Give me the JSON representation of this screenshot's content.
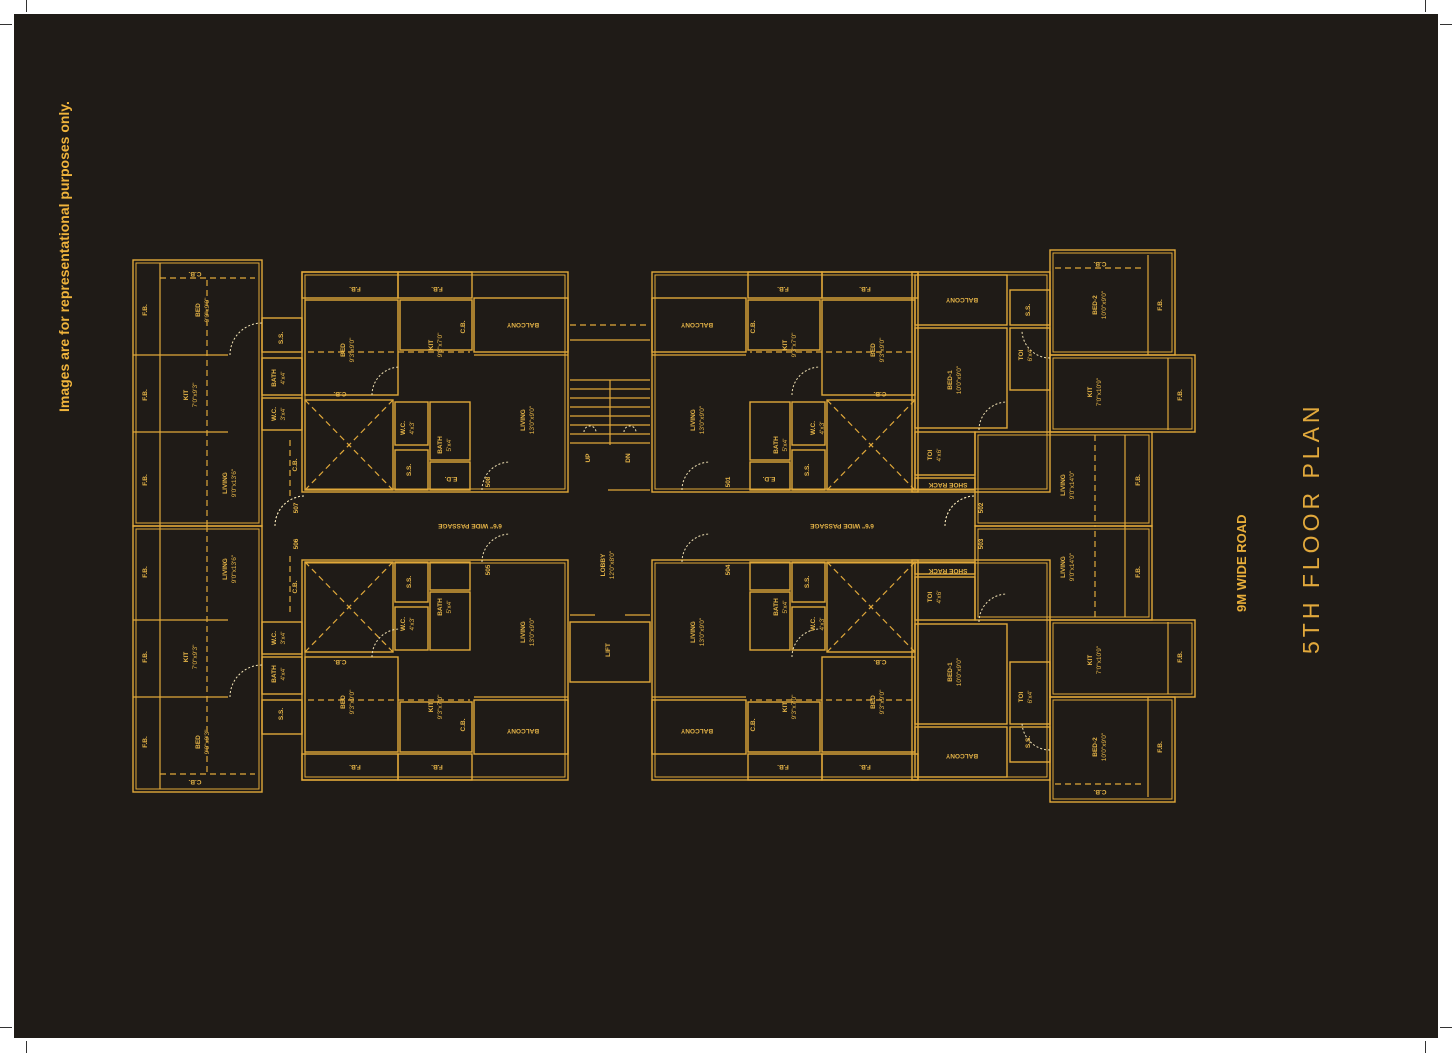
{
  "disclaimer": "Images are for representational purposes only.",
  "road_label": "9M WIDE ROAD",
  "title": "5TH FLOOR PLAN",
  "colors": {
    "background": "#1f1b17",
    "line": "#e0a83a",
    "text": "#e6b548"
  },
  "center": {
    "stair_up": "UP",
    "stair_down": "DN",
    "lobby": {
      "t": "LOBBY",
      "d": "12'0\"x8'0\""
    },
    "lift": "LIFT",
    "passage_left": "6'6\" WIDE PASSAGE",
    "passage_right": "6'6\" WIDE PASSAGE"
  },
  "units": {
    "u507": [
      {
        "t": "F.B."
      },
      {
        "t": "F.B."
      },
      {
        "t": "F.B."
      },
      {
        "t": "C.B."
      },
      {
        "t": "BED",
        "d": "9'0\"x9'0\""
      },
      {
        "t": "KIT",
        "d": "7'0\"x9'3\""
      },
      {
        "t": "LIVING",
        "d": "9'0\"x13'6\""
      },
      {
        "t": "S.S."
      },
      {
        "t": "BATH",
        "d": "4'x4'"
      },
      {
        "t": "W.C.",
        "d": "3'x4'"
      },
      {
        "t": "C.B."
      },
      {
        "t": "507"
      }
    ],
    "u506": [
      {
        "t": "F.B."
      },
      {
        "t": "F.B."
      },
      {
        "t": "F.B."
      },
      {
        "t": "C.B."
      },
      {
        "t": "BED",
        "d": "9'0\"x9'3\""
      },
      {
        "t": "KIT",
        "d": "7'0\"x9'3\""
      },
      {
        "t": "LIVING",
        "d": "9'0\"x13'6\""
      },
      {
        "t": "S.S."
      },
      {
        "t": "BATH",
        "d": "4'x4'"
      },
      {
        "t": "W.C.",
        "d": "3'x4'"
      },
      {
        "t": "C.B."
      },
      {
        "t": "506"
      }
    ],
    "u508": [
      {
        "t": "F.B."
      },
      {
        "t": "F.B."
      },
      {
        "t": "BED",
        "d": "9'3\"x9'0\""
      },
      {
        "t": "KIT",
        "d": "9'3\"x7'0\""
      },
      {
        "t": "C.B."
      },
      {
        "t": "C.B."
      },
      {
        "t": "BALCONY"
      },
      {
        "t": "LIVING",
        "d": "13'0\"x9'0\""
      },
      {
        "t": "W.C.",
        "d": "4'x3'"
      },
      {
        "t": "BATH",
        "d": "5'x4'"
      },
      {
        "t": "S.S."
      },
      {
        "t": "E.D."
      },
      {
        "t": "508"
      }
    ],
    "u505": [
      {
        "t": "F.B."
      },
      {
        "t": "F.B."
      },
      {
        "t": "BED",
        "d": "9'3\"x9'0\""
      },
      {
        "t": "KIT",
        "d": "9'3\"x7'0\""
      },
      {
        "t": "C.B."
      },
      {
        "t": "C.B."
      },
      {
        "t": "BALCONY"
      },
      {
        "t": "LIVING",
        "d": "13'0\"x9'0\""
      },
      {
        "t": "W.C.",
        "d": "4'x3'"
      },
      {
        "t": "BATH",
        "d": "5'x4'"
      },
      {
        "t": "S.S."
      },
      {
        "t": ""
      },
      {
        "t": "505"
      }
    ],
    "u501": [
      {
        "t": "F.B."
      },
      {
        "t": "F.B."
      },
      {
        "t": "BED",
        "d": "9'3\"x9'0\""
      },
      {
        "t": "KIT",
        "d": "9'3\"x7'0\""
      },
      {
        "t": "C.B."
      },
      {
        "t": "C.B."
      },
      {
        "t": "BALCONY"
      },
      {
        "t": "LIVING",
        "d": "13'0\"x9'0\""
      },
      {
        "t": "W.C.",
        "d": "4'x3'"
      },
      {
        "t": "BATH",
        "d": "5'x4'"
      },
      {
        "t": "S.S."
      },
      {
        "t": "E.D."
      },
      {
        "t": "501"
      }
    ],
    "u504": [
      {
        "t": "F.B."
      },
      {
        "t": "F.B."
      },
      {
        "t": "BED",
        "d": "9'3\"x9'0\""
      },
      {
        "t": "KIT",
        "d": "9'3\"x7'0\""
      },
      {
        "t": "C.B."
      },
      {
        "t": "C.B."
      },
      {
        "t": "BALCONY"
      },
      {
        "t": "LIVING",
        "d": "13'0\"x9'0\""
      },
      {
        "t": "W.C.",
        "d": "4'x3'"
      },
      {
        "t": "BATH",
        "d": "5'x4'"
      },
      {
        "t": "S.S."
      },
      {
        "t": ""
      },
      {
        "t": "504"
      }
    ],
    "u502": [
      {
        "t": "BALCONY"
      },
      {
        "t": "BED-1",
        "d": "10'0\"x9'0\""
      },
      {
        "t": "TOI",
        "d": "6'x4'"
      },
      {
        "t": "S.S."
      },
      {
        "t": "C.B."
      },
      {
        "t": "BED-2",
        "d": "10'0\"x9'0\""
      },
      {
        "t": "F.B."
      },
      {
        "t": "KIT",
        "d": "7'0\"x10'9\""
      },
      {
        "t": "F.B."
      },
      {
        "t": "LIVING",
        "d": "9'0\"x14'0\""
      },
      {
        "t": "F.B."
      },
      {
        "t": "TOI",
        "d": "4'x6'"
      },
      {
        "t": "SHOE RACK"
      },
      {
        "t": "502"
      }
    ],
    "u503": [
      {
        "t": "BALCONY"
      },
      {
        "t": "BED-1",
        "d": "10'0\"x9'0\""
      },
      {
        "t": "TOI",
        "d": "6'x4'"
      },
      {
        "t": "S.S."
      },
      {
        "t": "C.B."
      },
      {
        "t": "BED-2",
        "d": "10'0\"x9'0\""
      },
      {
        "t": "F.B."
      },
      {
        "t": "KIT",
        "d": "7'0\"x10'9\""
      },
      {
        "t": "F.B."
      },
      {
        "t": "LIVING",
        "d": "9'0\"x14'0\""
      },
      {
        "t": "F.B."
      },
      {
        "t": "TOI",
        "d": "4'x6'"
      },
      {
        "t": "SHOE RACK"
      },
      {
        "t": "503"
      }
    ]
  }
}
